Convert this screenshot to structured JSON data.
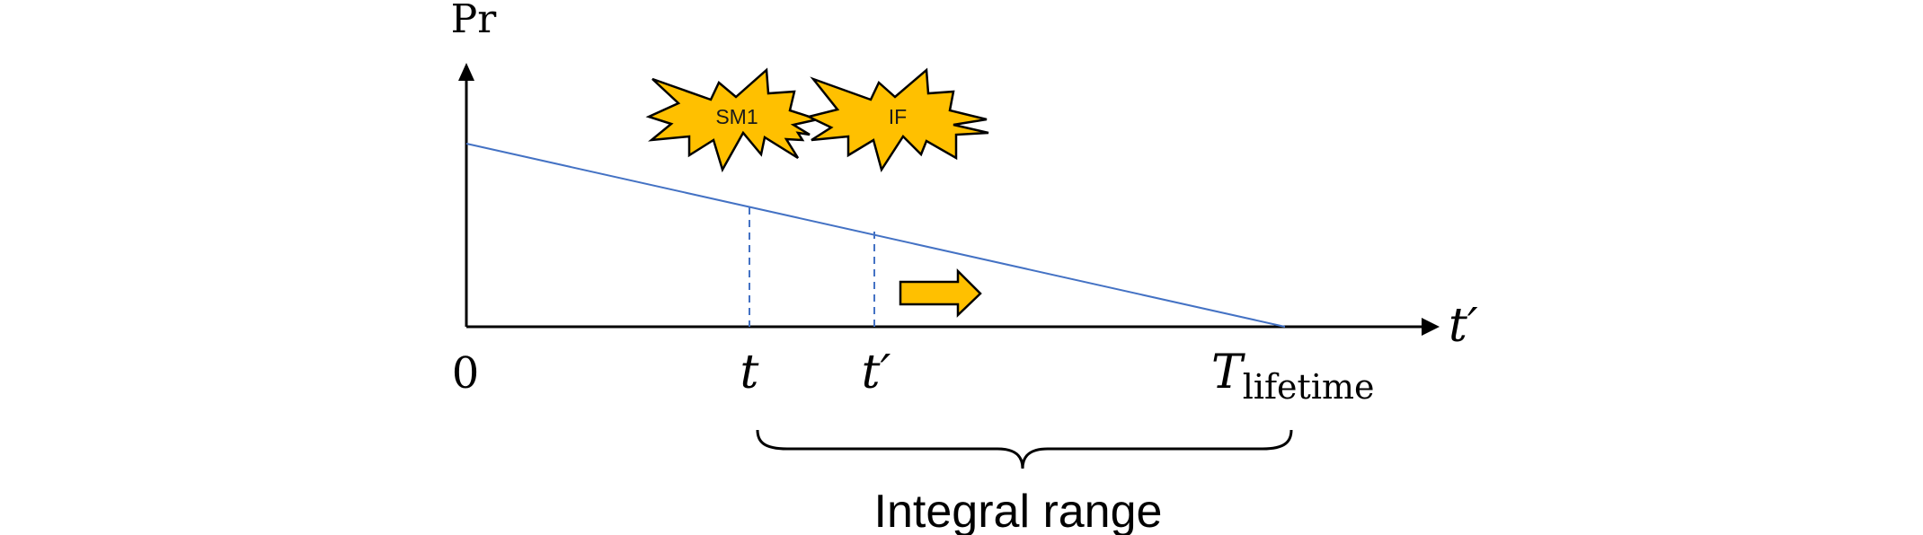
{
  "diagram": {
    "y_axis_label": "Pr",
    "x_axis_label": "t′",
    "tick_origin": "0",
    "tick_t": "t",
    "tick_t_prime": "t′",
    "tick_lifetime_main": "T",
    "tick_lifetime_sub": "lifetime",
    "burst_left": "SM1",
    "burst_right": "IF",
    "brace_caption": "Integral range",
    "colors": {
      "line": "#4472C4",
      "axis": "#000000",
      "burst_fill": "#FFC000",
      "arrow_fill": "#FFC000"
    },
    "icons": {
      "burst": "explosion-burst-shape",
      "arrow": "right-arrow-shape"
    }
  }
}
